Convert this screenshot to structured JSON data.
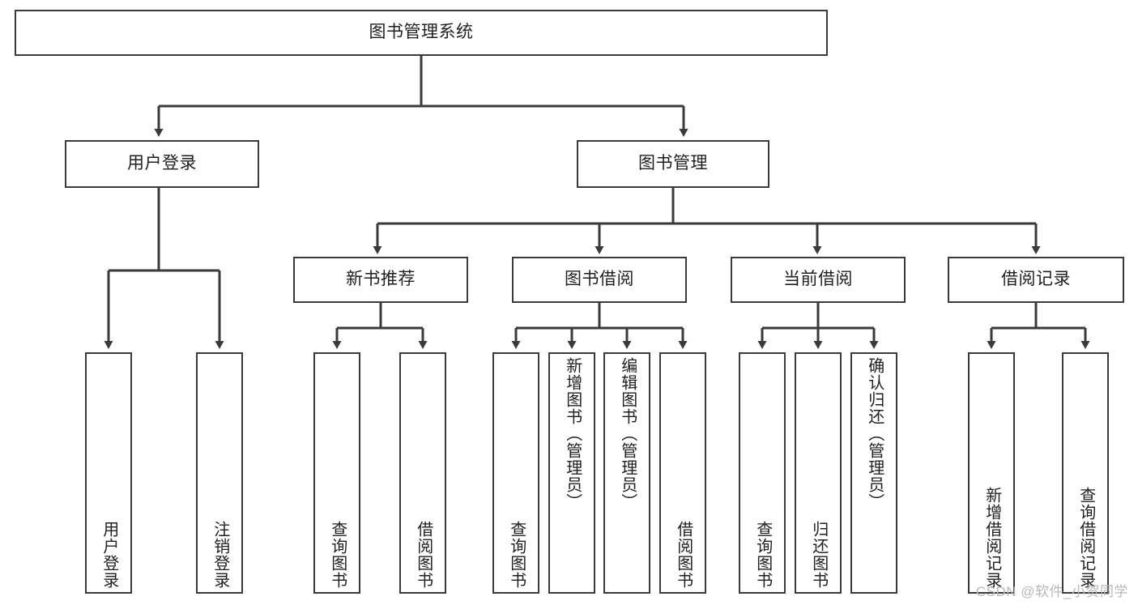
{
  "diagram": {
    "type": "tree",
    "title": "图书管理系统",
    "watermark": "CSDN @软件_小贺同学",
    "colors": {
      "stroke": "#3a3a3a",
      "text": "#1f1f1f",
      "background": "#ffffff",
      "watermark": "#b8b8b8"
    },
    "nodes": {
      "root": {
        "label": "图书管理系统"
      },
      "level2": [
        {
          "label": "用户登录"
        },
        {
          "label": "图书管理"
        }
      ],
      "level3": [
        {
          "label": "新书推荐"
        },
        {
          "label": "图书借阅"
        },
        {
          "label": "当前借阅"
        },
        {
          "label": "借阅记录"
        }
      ],
      "leaves": {
        "user_login": [
          {
            "label": "用户登录"
          },
          {
            "label": "注销登录"
          }
        ],
        "new_book_recommend": [
          {
            "label": "查询图书"
          },
          {
            "label": "借阅图书"
          }
        ],
        "book_borrow": [
          {
            "label": "查询图书"
          },
          {
            "label": "新增图书（管理员）"
          },
          {
            "label": "编辑图书（管理员）"
          },
          {
            "label": "借阅图书"
          }
        ],
        "current_borrow": [
          {
            "label": "查询图书"
          },
          {
            "label": "归还图书"
          },
          {
            "label": "确认归还（管理员）"
          }
        ],
        "borrow_record": [
          {
            "label": "新增借阅记录"
          },
          {
            "label": "查询借阅记录"
          }
        ]
      }
    }
  }
}
